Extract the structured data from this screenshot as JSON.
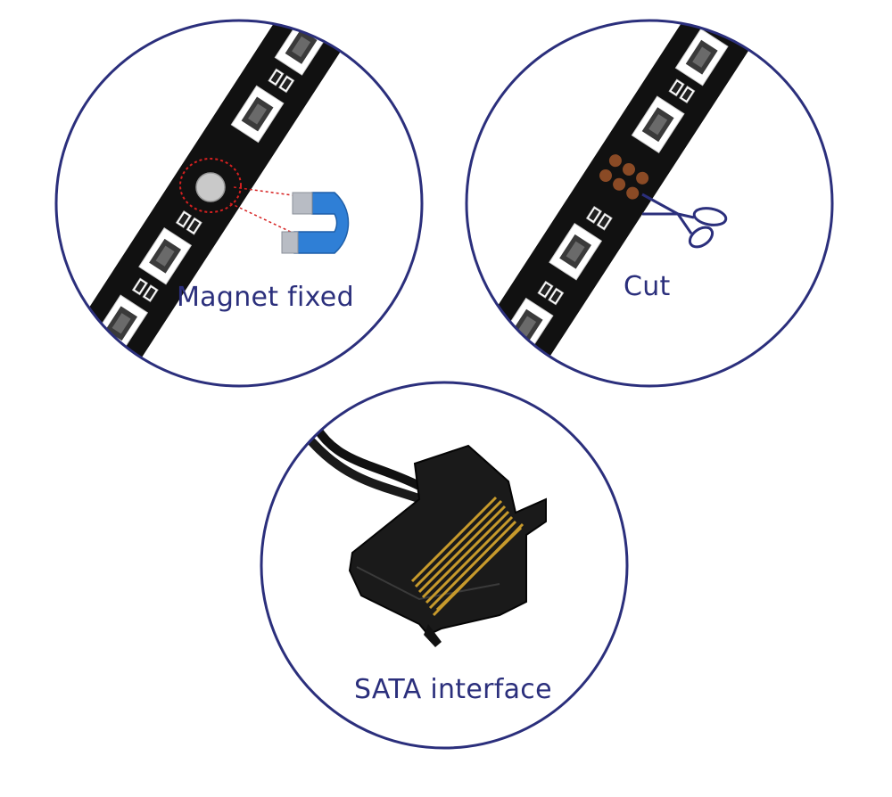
{
  "panels": [
    {
      "caption": "Magnet fixed",
      "icon": "magnet-icon"
    },
    {
      "caption": "Cut",
      "icon": "scissors-icon"
    },
    {
      "caption": "SATA interface",
      "icon": "sata-connector-icon"
    }
  ],
  "colors": {
    "circle_outline": "#2b2f7c",
    "caption_text": "#2b2f7c",
    "magnet_blue": "#2f7fd6",
    "magnet_tip": "#b8bcc4",
    "strip": "#111111",
    "copper_pad": "#8a4a25",
    "connector_pins": "#c79a2c"
  }
}
